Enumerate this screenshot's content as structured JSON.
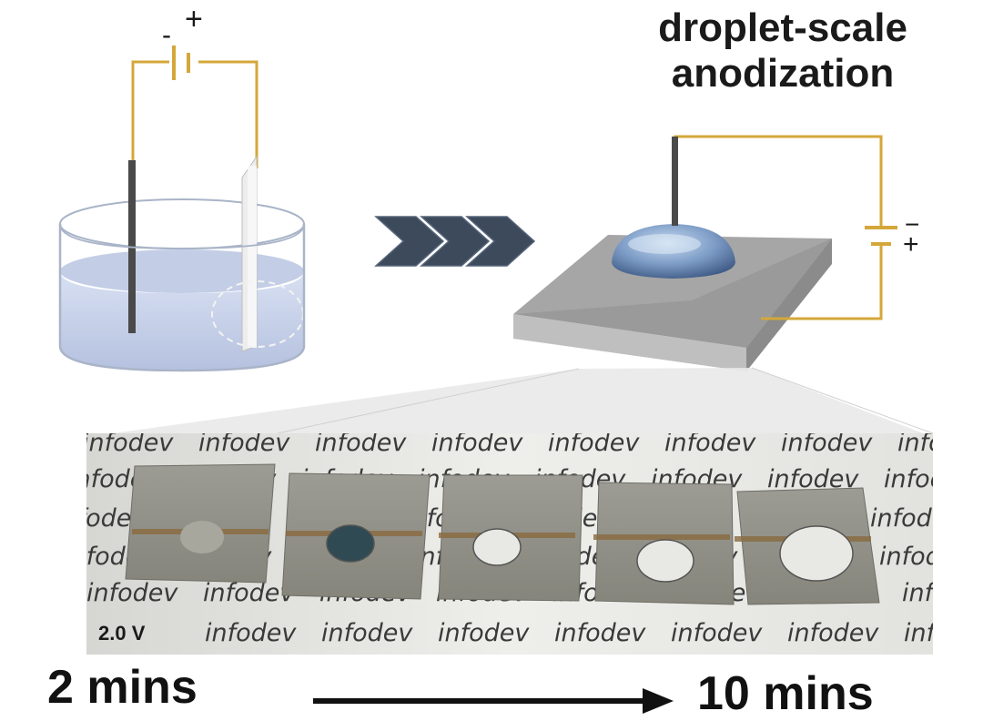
{
  "title": {
    "line1": "droplet-scale",
    "line2": "anodization"
  },
  "beaker_battery": {
    "minus": "-",
    "plus": "+"
  },
  "droplet_battery": {
    "minus": "−",
    "plus": "+"
  },
  "photo": {
    "voltage_label": "2.0 V",
    "background_word": "infodev",
    "sample_count": 5
  },
  "timeline": {
    "start_label": "2 mins",
    "end_label": "10 mins"
  },
  "colors": {
    "wire": "#d4a73a",
    "chevron": "#3d4a5c",
    "liquid": "#c9d3ea",
    "droplet": "#6f8fb8",
    "plate_top": "#a8a8a8",
    "plate_side": "#8a8a8a"
  }
}
